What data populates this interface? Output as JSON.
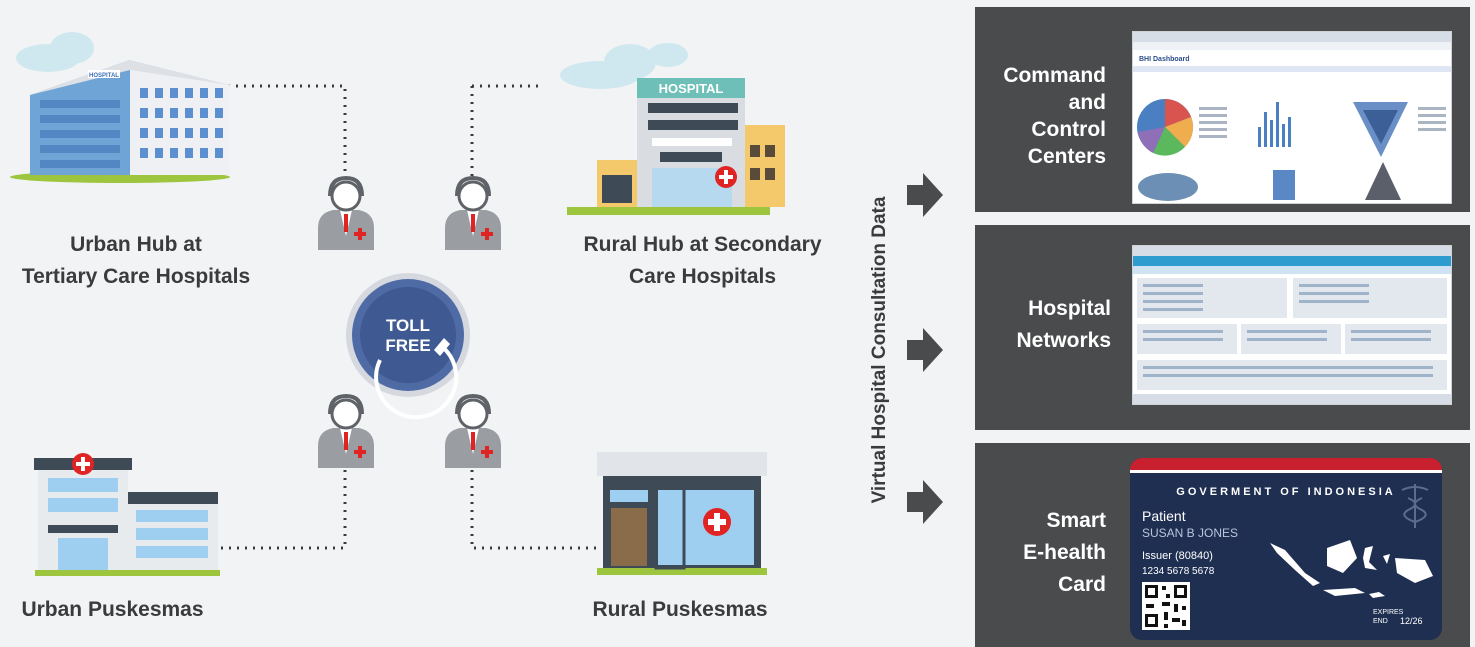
{
  "left_diagram": {
    "urban_hub": {
      "line1": "Urban Hub at",
      "line2": "Tertiary Care Hospitals",
      "sign": "HOSPITAL"
    },
    "rural_hub": {
      "line1": "Rural Hub at Secondary",
      "line2": "Care Hospitals",
      "sign": "HOSPITAL"
    },
    "urban_puskesmas": {
      "label": "Urban Puskesmas"
    },
    "rural_puskesmas": {
      "label": "Rural Puskesmas"
    },
    "toll_free": {
      "line1": "TOLL",
      "line2": "FREE"
    }
  },
  "flow_label": "Virtual Hospital Consultation Data",
  "panels": [
    {
      "lines": [
        "Command",
        "and",
        "Control",
        "Centers"
      ],
      "screenshot_title": "BHI Dashboard"
    },
    {
      "lines": [
        "Hospital",
        "Networks"
      ]
    },
    {
      "lines": [
        "Smart",
        "E-health",
        "Card"
      ]
    }
  ],
  "card": {
    "header": "GOVERMENT OF INDONESIA",
    "patient_label": "Patient",
    "patient_name": "SUSAN B JONES",
    "issuer": "Issuer (80840)",
    "number": "1234 5678 5678",
    "expires_label": "EXPIRES",
    "end_label": "END",
    "expiry": "12/26"
  },
  "colors": {
    "panel_bg": "#4a4b4d",
    "card_bg": "#1f2f52",
    "card_stripe": "#c8202e",
    "toll_ring": "#4e6ba6",
    "arrow": "#4a4b4d",
    "cross": "#e02424"
  }
}
